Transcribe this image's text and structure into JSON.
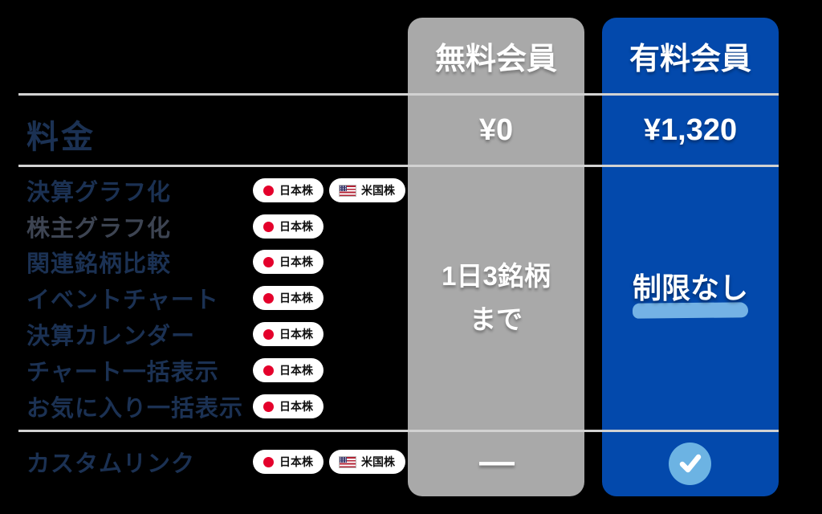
{
  "chart_data": {
    "type": "table",
    "columns": [
      "",
      "無料会員",
      "有料会員"
    ],
    "rows": [
      [
        "料金",
        "¥0",
        "¥1,320"
      ],
      [
        "決算グラフ化（日本株・米国株）",
        "1日3銘柄まで",
        "制限なし"
      ],
      [
        "株主グラフ化（日本株）",
        "1日3銘柄まで",
        "制限なし"
      ],
      [
        "関連銘柄比較（日本株）",
        "1日3銘柄まで",
        "制限なし"
      ],
      [
        "イベントチャート（日本株）",
        "1日3銘柄まで",
        "制限なし"
      ],
      [
        "決算カレンダー（日本株）",
        "1日3銘柄まで",
        "制限なし"
      ],
      [
        "チャート一括表示（日本株）",
        "1日3銘柄まで",
        "制限なし"
      ],
      [
        "お気に入り一括表示（日本株）",
        "1日3銘柄まで",
        "制限なし"
      ],
      [
        "カスタムリンク（日本株・米国株）",
        "—",
        "✓"
      ]
    ],
    "notes": "無料会員の「1日3銘柄まで」と有料会員の「制限なし」は機能7行にまたがる結合セル"
  },
  "badges": {
    "japan": "日本株",
    "us": "米国株"
  },
  "rows": {
    "price_label": "料金",
    "features": [
      {
        "label": "決算グラフ化",
        "markets": [
          "日本株",
          "米国株"
        ],
        "style": "color:#1b3153"
      },
      {
        "label": "株主グラフ化",
        "markets": [
          "日本株"
        ],
        "style": "color:#3d4452"
      },
      {
        "label": "関連銘柄比較",
        "markets": [
          "日本株"
        ],
        "style": "color:#1b3153"
      },
      {
        "label": "イベントチャート",
        "markets": [
          "日本株"
        ],
        "style": "color:#1b3153"
      },
      {
        "label": "決算カレンダー",
        "markets": [
          "日本株"
        ],
        "style": "color:#1b3153"
      },
      {
        "label": "チャート一括表示",
        "markets": [
          "日本株"
        ],
        "style": "color:#1b3153"
      },
      {
        "label": "お気に入り一括表示",
        "markets": [
          "日本株"
        ],
        "style": "color:#1b3153"
      }
    ],
    "custom_link": {
      "label": "カスタムリンク",
      "markets": [
        "日本株",
        "米国株"
      ]
    }
  },
  "free_column": {
    "header": "無料会員",
    "price": "¥0",
    "usage_limit_line1": "1日3銘柄",
    "usage_limit_line2": "まで",
    "custom_link_value": "—"
  },
  "paid_column": {
    "header": "有料会員",
    "price": "¥1,320",
    "usage_limit": "制限なし",
    "custom_link_icon": "check-icon"
  },
  "colors": {
    "background": "#000000",
    "free_column_bg": "#a9a9a9",
    "paid_column_bg": "#0349ac",
    "label_navy": "#1b3153",
    "badge_dot_red": "#e4002b",
    "highlight_underline": "#74b2e5",
    "check_circle": "#6cb3e3",
    "divider": "#d2d2d2"
  }
}
